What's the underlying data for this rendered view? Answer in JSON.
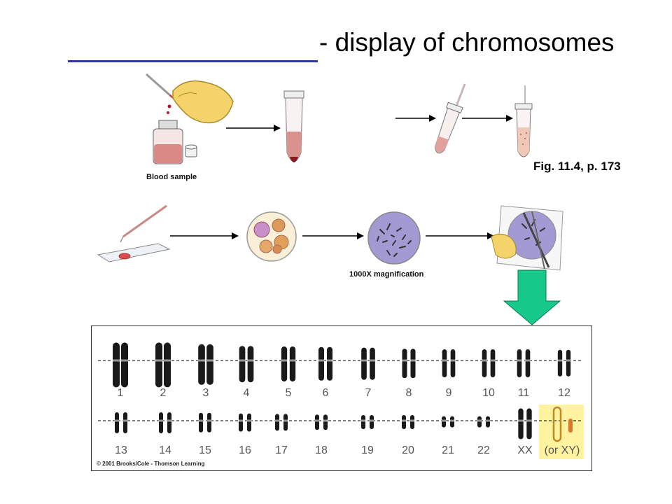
{
  "title": "- display of chromosomes",
  "figure_ref": "Fig. 11.4, p. 173",
  "captions": {
    "blood_sample": "Blood sample",
    "magnification": "1000X magnification"
  },
  "karyotype": {
    "row1_labels": [
      "1",
      "2",
      "3",
      "4",
      "5",
      "6",
      "7",
      "8",
      "9",
      "10",
      "11",
      "12"
    ],
    "row2_labels": [
      "13",
      "14",
      "15",
      "16",
      "17",
      "18",
      "19",
      "20",
      "21",
      "22",
      "XX",
      "(or XY)"
    ],
    "copyright": "© 2001 Brooks/Cole - Thomson Learning"
  },
  "colors": {
    "arrow_green": "#17c98a",
    "title_blank": "#2e3a9e",
    "highlight": "#fff3a0"
  }
}
